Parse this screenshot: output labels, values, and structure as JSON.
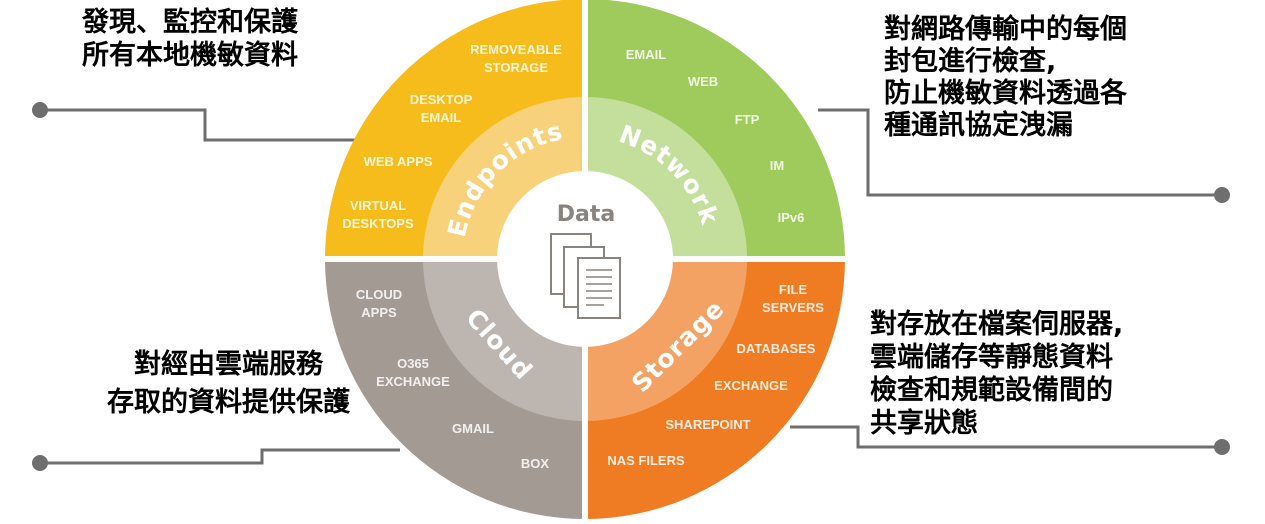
{
  "center": {
    "label": "Data",
    "icon": "documents-icon"
  },
  "colors": {
    "endpoints": "#F6BC1B",
    "endpoints_light": "#F8D27A",
    "network": "#9FCB5C",
    "network_light": "#C4DF9C",
    "cloud": "#A39A94",
    "cloud_light": "#BDB5B0",
    "storage": "#EF7C22",
    "storage_light": "#F4A263",
    "connector": "#6E6E6E"
  },
  "quadrants": {
    "endpoints": {
      "title": "Endpoints",
      "items": [
        "REMOVEABLE",
        "STORAGE",
        "DESKTOP",
        "EMAIL",
        "WEB APPS",
        "VIRTUAL",
        "DESKTOPS"
      ]
    },
    "network": {
      "title": "Network",
      "items": [
        "EMAIL",
        "WEB",
        "FTP",
        "IM",
        "IPv6"
      ]
    },
    "cloud": {
      "title": "Cloud",
      "items": [
        "CLOUD",
        "APPS",
        "O365",
        "EXCHANGE",
        "GMAIL",
        "BOX"
      ]
    },
    "storage": {
      "title": "Storage",
      "items": [
        "FILE",
        "SERVERS",
        "DATABASES",
        "EXCHANGE",
        "SHAREPOINT",
        "NAS FILERS"
      ]
    }
  },
  "captions": {
    "top_left": [
      "發現、監控和保護",
      "所有本地機敏資料"
    ],
    "top_right": [
      "對網路傳輸中的每個",
      "封包進行檢查,",
      "防止機敏資料透過各",
      "種通訊協定洩漏"
    ],
    "bottom_left": [
      "對經由雲端服務",
      "存取的資料提供保護"
    ],
    "bottom_right": [
      "對存放在檔案伺服器,",
      "雲端儲存等靜態資料",
      "檢查和規範設備間的",
      "共享狀態"
    ]
  }
}
